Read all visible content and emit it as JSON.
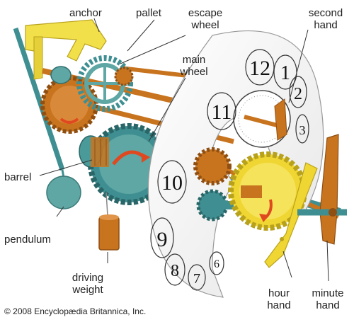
{
  "labels": {
    "anchor": "anchor",
    "pallet": "pallet",
    "escape_wheel_1": "escape",
    "escape_wheel_2": "wheel",
    "second_hand_1": "second",
    "second_hand_2": "hand",
    "main_wheel_1": "main",
    "main_wheel_2": "wheel",
    "barrel": "barrel",
    "pendulum": "pendulum",
    "driving_weight_1": "driving",
    "driving_weight_2": "weight",
    "hour_hand_1": "hour",
    "hour_hand_2": "hand",
    "minute_hand_1": "minute",
    "minute_hand_2": "hand"
  },
  "dial_numerals": [
    "12",
    "1",
    "2",
    "3",
    "11",
    "10",
    "9",
    "8",
    "7",
    "6"
  ],
  "copyright": "© 2008 Encyclopædia Britannica, Inc.",
  "colors": {
    "gear_bronze": "#c8741e",
    "gear_teal": "#3f8f92",
    "gear_yellow": "#f0d633",
    "frame_yellow": "#f2e04a",
    "pendulum_teal": "#5ea7a4",
    "dial_white": "#ffffff",
    "arrow_red": "#e0481f"
  }
}
